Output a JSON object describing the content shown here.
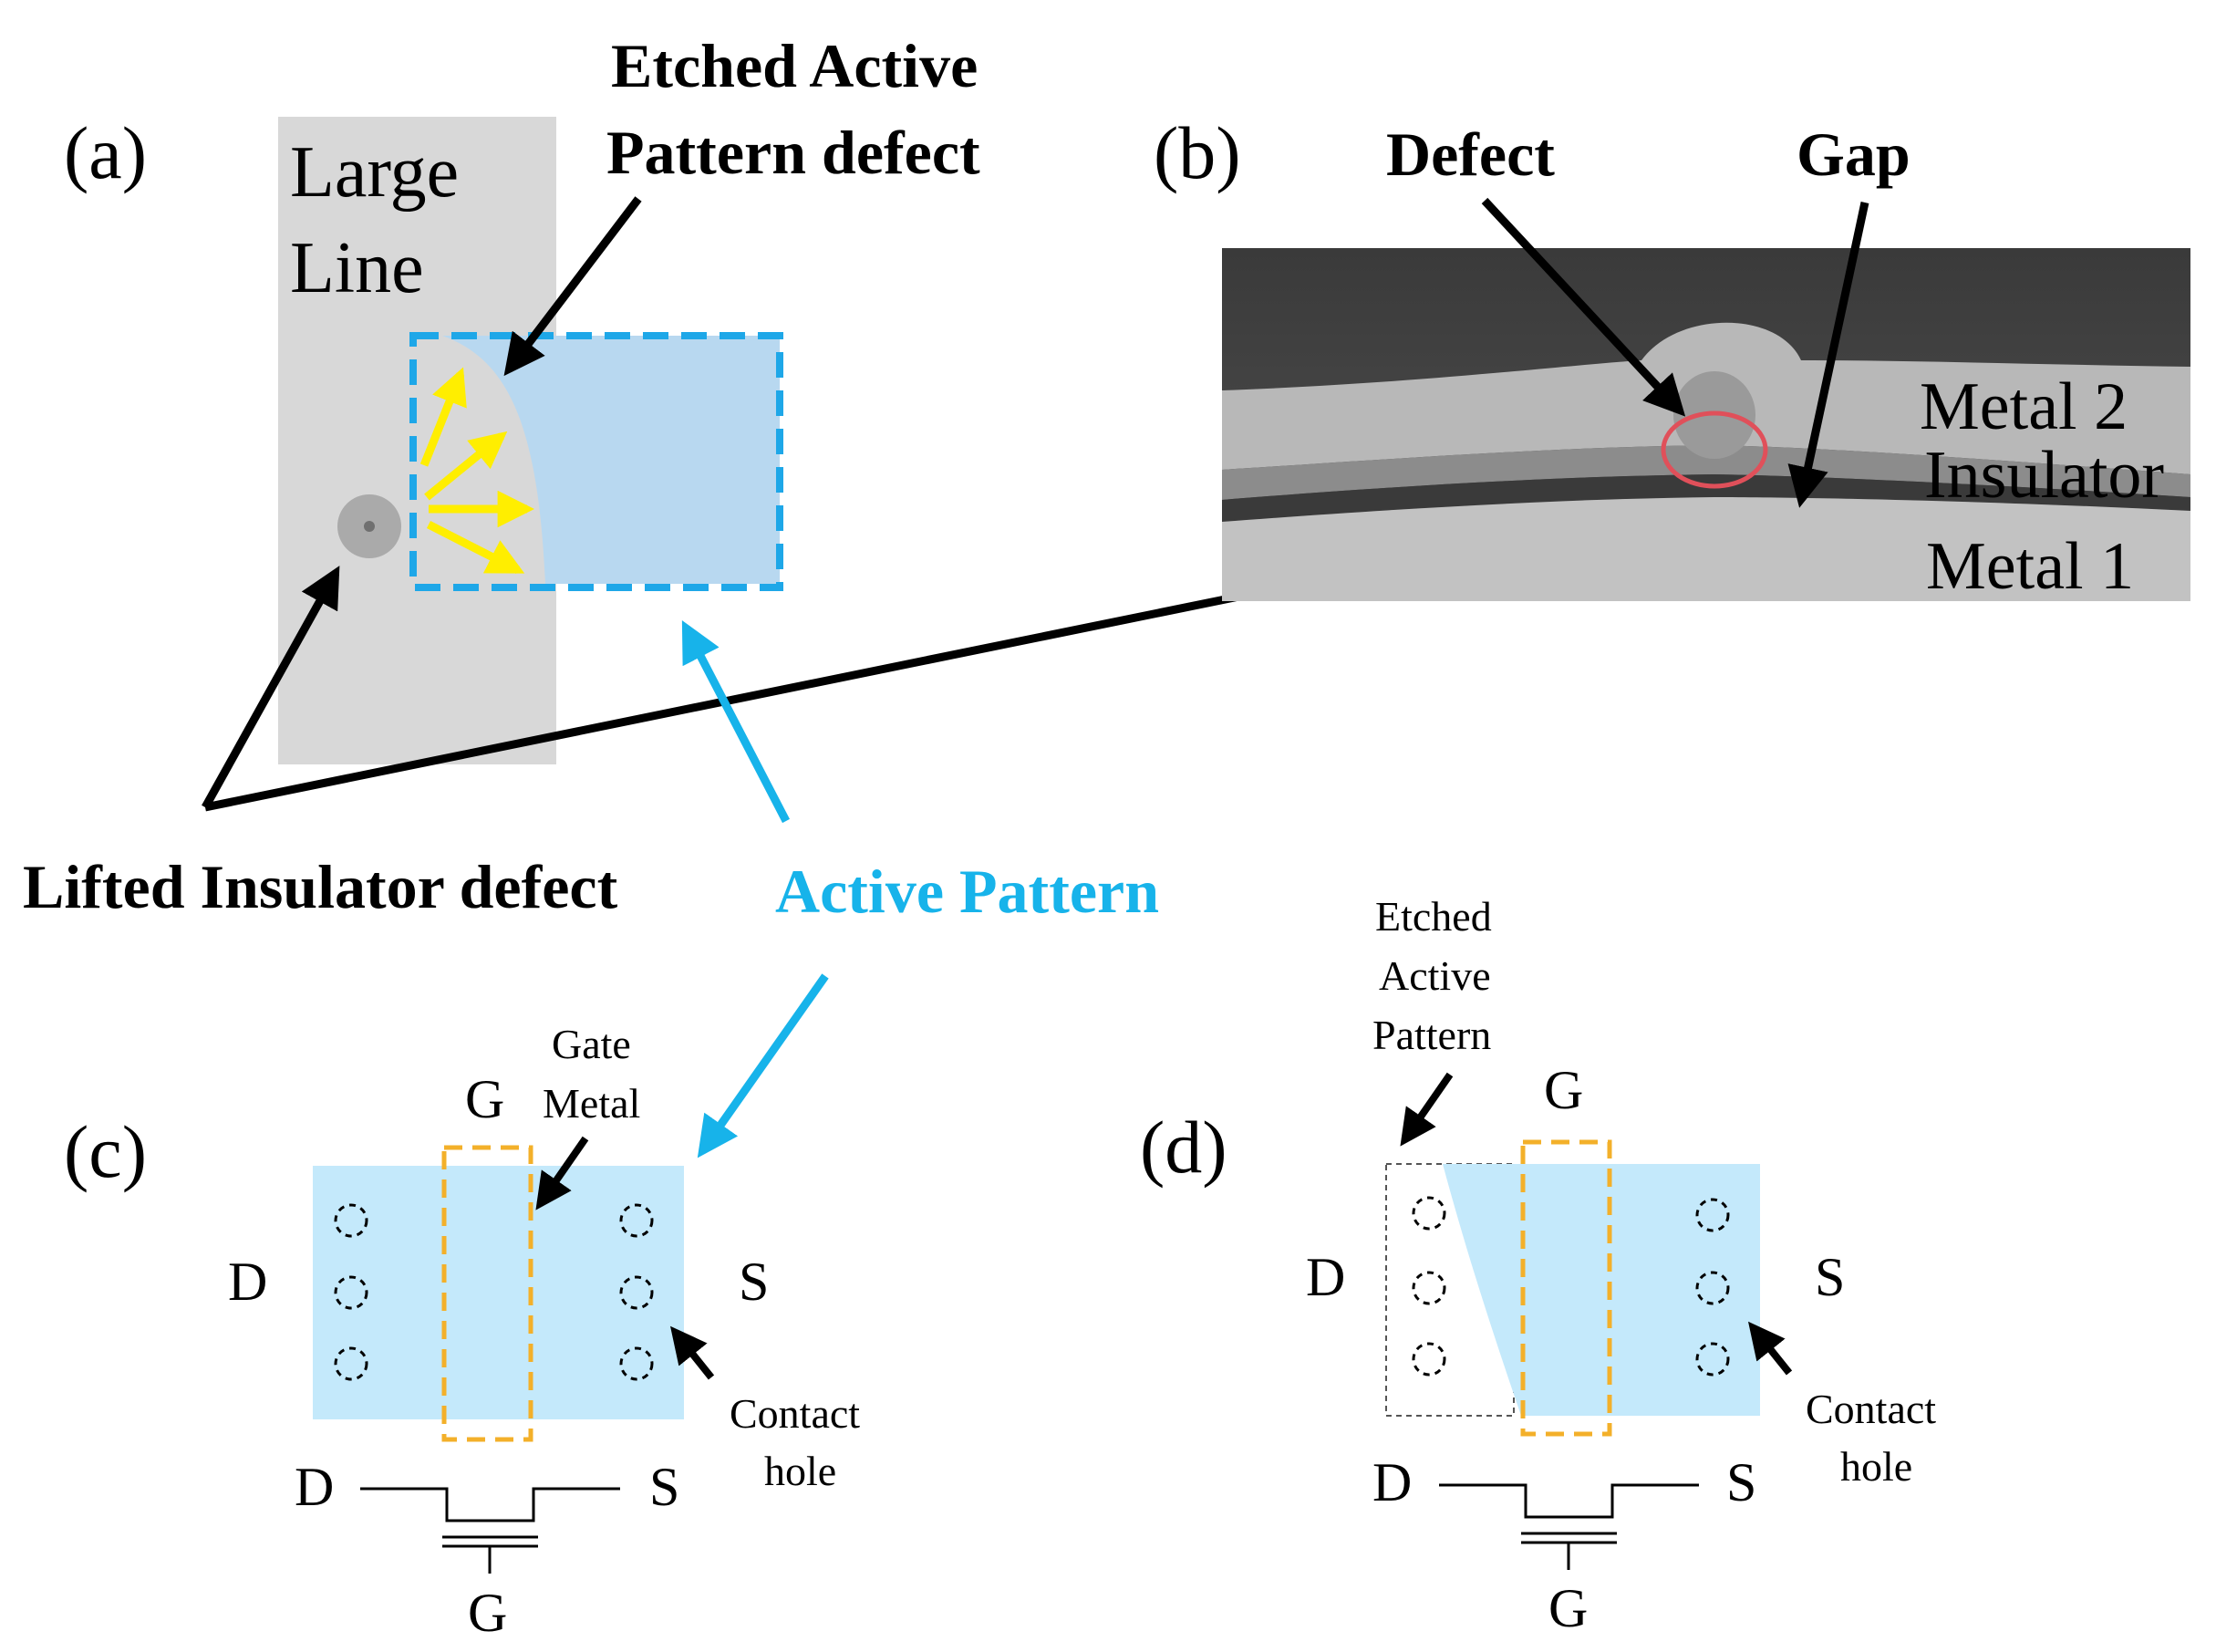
{
  "panels": {
    "a": {
      "label": "(a)",
      "large_line_label_1": "Large",
      "large_line_label_2": "Line",
      "etched_label_1": "Etched Active",
      "etched_label_2": "Pattern defect",
      "lifted_label": "Lifted Insulator defect",
      "active_label": "Active Pattern"
    },
    "b": {
      "label": "(b)",
      "defect_label": "Defect",
      "gap_label": "Gap",
      "metal2_label": "Metal 2",
      "insulator_label": "Insulator",
      "metal1_label": "Metal 1"
    },
    "c": {
      "label": "(c)",
      "gate_g": "G",
      "gate_metal_1": "Gate",
      "gate_metal_2": "Metal",
      "drain": "D",
      "source": "S",
      "contact_1": "Contact",
      "contact_2": "hole",
      "sym_d": "D",
      "sym_s": "S",
      "sym_g": "G"
    },
    "d": {
      "label": "(d)",
      "etched_1": "Etched",
      "etched_2": "Active",
      "etched_3": "Pattern",
      "gate_g": "G",
      "drain": "D",
      "source": "S",
      "contact_1": "Contact",
      "contact_2": "hole",
      "sym_d": "D",
      "sym_s": "S",
      "sym_g": "G"
    }
  },
  "colors": {
    "active_blue": "#b8d8f0",
    "active_light": "#c4e9fb",
    "dashed_blue": "#1ea7e8",
    "cyan_text": "#17b3ea",
    "gate_orange": "#f3b02a",
    "yellow_arrow": "#ffee00",
    "large_line_gray": "#d8d8d8",
    "defect_red": "#e0505a"
  }
}
